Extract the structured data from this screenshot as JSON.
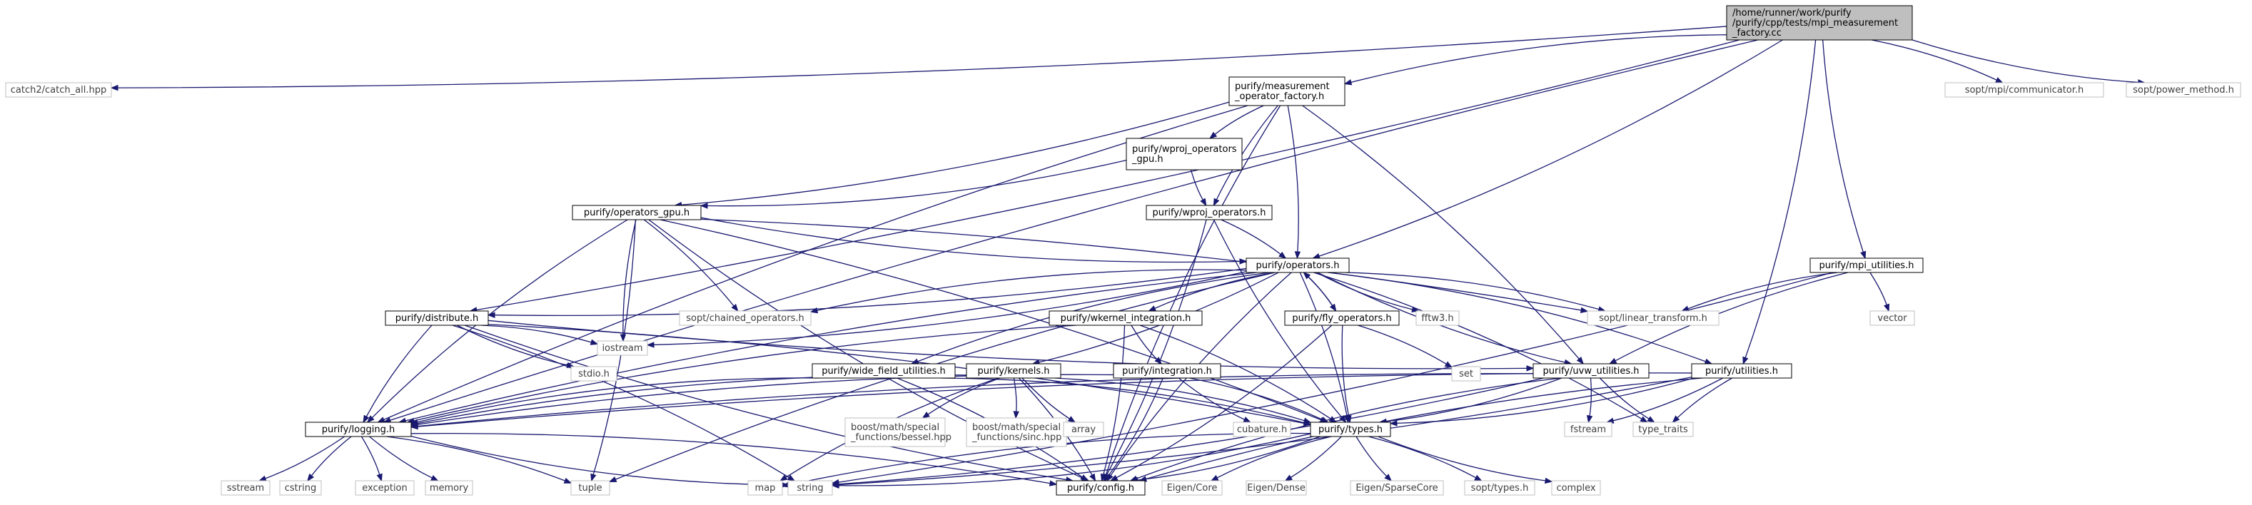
{
  "colors": {
    "edge": "#191970",
    "root_fill": "#bfbfbf",
    "project_border": "#000000",
    "external_border": "#bfbfbf",
    "external_text": "#404040"
  },
  "nodes": [
    {
      "id": "root",
      "kind": "root",
      "lines": [
        "/home/runner/work/purify",
        "/purify/cpp/tests/mpi_measurement",
        "_factory.cc"
      ]
    },
    {
      "id": "catch",
      "kind": "external",
      "lines": [
        "catch2/catch_all.hpp"
      ]
    },
    {
      "id": "mof",
      "kind": "project",
      "lines": [
        "purify/measurement",
        "_operator_factory.h"
      ]
    },
    {
      "id": "comm",
      "kind": "external",
      "lines": [
        "sopt/mpi/communicator.h"
      ]
    },
    {
      "id": "powm",
      "kind": "external",
      "lines": [
        "sopt/power_method.h"
      ]
    },
    {
      "id": "wpgpu",
      "kind": "project",
      "lines": [
        "purify/wproj_operators",
        "_gpu.h"
      ]
    },
    {
      "id": "opgpu",
      "kind": "project",
      "lines": [
        "purify/operators_gpu.h"
      ]
    },
    {
      "id": "wpop",
      "kind": "project",
      "lines": [
        "purify/wproj_operators.h"
      ]
    },
    {
      "id": "ops",
      "kind": "project",
      "lines": [
        "purify/operators.h"
      ]
    },
    {
      "id": "mpiu",
      "kind": "project",
      "lines": [
        "purify/mpi_utilities.h"
      ]
    },
    {
      "id": "dist",
      "kind": "project",
      "lines": [
        "purify/distribute.h"
      ]
    },
    {
      "id": "chained",
      "kind": "external",
      "lines": [
        "sopt/chained_operators.h"
      ]
    },
    {
      "id": "wkint",
      "kind": "project",
      "lines": [
        "purify/wkernel_integration.h"
      ]
    },
    {
      "id": "flyops",
      "kind": "project",
      "lines": [
        "purify/fly_operators.h"
      ]
    },
    {
      "id": "fftw",
      "kind": "external",
      "lines": [
        "fftw3.h"
      ]
    },
    {
      "id": "lintr",
      "kind": "external",
      "lines": [
        "sopt/linear_transform.h"
      ]
    },
    {
      "id": "vector",
      "kind": "external",
      "lines": [
        "vector"
      ]
    },
    {
      "id": "stdio",
      "kind": "external",
      "lines": [
        "stdio.h"
      ]
    },
    {
      "id": "iostream",
      "kind": "external",
      "lines": [
        "iostream"
      ]
    },
    {
      "id": "wfu",
      "kind": "project",
      "lines": [
        "purify/wide_field_utilities.h"
      ]
    },
    {
      "id": "kernels",
      "kind": "project",
      "lines": [
        "purify/kernels.h"
      ]
    },
    {
      "id": "integ",
      "kind": "project",
      "lines": [
        "purify/integration.h"
      ]
    },
    {
      "id": "set",
      "kind": "external",
      "lines": [
        "set"
      ]
    },
    {
      "id": "uvw",
      "kind": "project",
      "lines": [
        "purify/uvw_utilities.h"
      ]
    },
    {
      "id": "util",
      "kind": "project",
      "lines": [
        "purify/utilities.h"
      ]
    },
    {
      "id": "logging",
      "kind": "project",
      "lines": [
        "purify/logging.h"
      ]
    },
    {
      "id": "bessel",
      "kind": "external",
      "lines": [
        "boost/math/special",
        "_functions/bessel.hpp"
      ]
    },
    {
      "id": "sinc",
      "kind": "external",
      "lines": [
        "boost/math/special",
        "_functions/sinc.hpp"
      ]
    },
    {
      "id": "array",
      "kind": "external",
      "lines": [
        "array"
      ]
    },
    {
      "id": "cubature",
      "kind": "external",
      "lines": [
        "cubature.h"
      ]
    },
    {
      "id": "types",
      "kind": "project",
      "lines": [
        "purify/types.h"
      ]
    },
    {
      "id": "fstream",
      "kind": "external",
      "lines": [
        "fstream"
      ]
    },
    {
      "id": "typetraits",
      "kind": "external",
      "lines": [
        "type_traits"
      ]
    },
    {
      "id": "sstream",
      "kind": "external",
      "lines": [
        "sstream"
      ]
    },
    {
      "id": "cstring",
      "kind": "external",
      "lines": [
        "cstring"
      ]
    },
    {
      "id": "exception",
      "kind": "external",
      "lines": [
        "exception"
      ]
    },
    {
      "id": "memory",
      "kind": "external",
      "lines": [
        "memory"
      ]
    },
    {
      "id": "tuple",
      "kind": "external",
      "lines": [
        "tuple"
      ]
    },
    {
      "id": "map",
      "kind": "external",
      "lines": [
        "map"
      ]
    },
    {
      "id": "string",
      "kind": "external",
      "lines": [
        "string"
      ]
    },
    {
      "id": "config",
      "kind": "project",
      "lines": [
        "purify/config.h"
      ]
    },
    {
      "id": "eigcore",
      "kind": "external",
      "lines": [
        "Eigen/Core"
      ]
    },
    {
      "id": "eigdense",
      "kind": "external",
      "lines": [
        "Eigen/Dense"
      ]
    },
    {
      "id": "eigsparse",
      "kind": "external",
      "lines": [
        "Eigen/SparseCore"
      ]
    },
    {
      "id": "sopttypes",
      "kind": "external",
      "lines": [
        "sopt/types.h"
      ]
    },
    {
      "id": "complex",
      "kind": "external",
      "lines": [
        "complex"
      ]
    }
  ],
  "edges": [
    [
      "root",
      "catch"
    ],
    [
      "root",
      "mof"
    ],
    [
      "root",
      "comm"
    ],
    [
      "root",
      "powm"
    ],
    [
      "root",
      "ops"
    ],
    [
      "root",
      "mpiu"
    ],
    [
      "root",
      "dist"
    ],
    [
      "root",
      "logging"
    ],
    [
      "root",
      "util"
    ],
    [
      "mof",
      "wpgpu"
    ],
    [
      "mof",
      "opgpu"
    ],
    [
      "mof",
      "wpop"
    ],
    [
      "mof",
      "ops"
    ],
    [
      "mof",
      "logging"
    ],
    [
      "mof",
      "uvw"
    ],
    [
      "mof",
      "config"
    ],
    [
      "wpgpu",
      "opgpu"
    ],
    [
      "wpgpu",
      "wpop"
    ],
    [
      "wpop",
      "ops"
    ],
    [
      "wpop",
      "types"
    ],
    [
      "wpop",
      "config"
    ],
    [
      "opgpu",
      "ops"
    ],
    [
      "opgpu",
      "chained"
    ],
    [
      "opgpu",
      "iostream"
    ],
    [
      "opgpu",
      "lintr"
    ],
    [
      "opgpu",
      "logging"
    ],
    [
      "opgpu",
      "types"
    ],
    [
      "opgpu",
      "config"
    ],
    [
      "opgpu",
      "tuple"
    ],
    [
      "ops",
      "chained"
    ],
    [
      "ops",
      "iostream"
    ],
    [
      "ops",
      "wkint"
    ],
    [
      "ops",
      "flyops"
    ],
    [
      "ops",
      "fftw"
    ],
    [
      "ops",
      "lintr"
    ],
    [
      "ops",
      "wfu"
    ],
    [
      "ops",
      "kernels"
    ],
    [
      "ops",
      "uvw"
    ],
    [
      "ops",
      "util"
    ],
    [
      "ops",
      "logging"
    ],
    [
      "ops",
      "types"
    ],
    [
      "ops",
      "config"
    ],
    [
      "ops",
      "typetraits"
    ],
    [
      "ops",
      "tuple"
    ],
    [
      "ops",
      "dist"
    ],
    [
      "flyops",
      "ops"
    ],
    [
      "flyops",
      "set"
    ],
    [
      "flyops",
      "types"
    ],
    [
      "flyops",
      "config"
    ],
    [
      "wkint",
      "integ"
    ],
    [
      "wkint",
      "types"
    ],
    [
      "wkint",
      "logging"
    ],
    [
      "wkint",
      "config"
    ],
    [
      "integ",
      "cubature"
    ],
    [
      "integ",
      "types"
    ],
    [
      "integ",
      "logging"
    ],
    [
      "integ",
      "config"
    ],
    [
      "kernels",
      "bessel"
    ],
    [
      "kernels",
      "sinc"
    ],
    [
      "kernels",
      "array"
    ],
    [
      "kernels",
      "types"
    ],
    [
      "kernels",
      "logging"
    ],
    [
      "kernels",
      "config"
    ],
    [
      "kernels",
      "map"
    ],
    [
      "wfu",
      "types"
    ],
    [
      "wfu",
      "logging"
    ],
    [
      "wfu",
      "config"
    ],
    [
      "mpiu",
      "lintr"
    ],
    [
      "mpiu",
      "vector"
    ],
    [
      "mpiu",
      "uvw"
    ],
    [
      "mpiu",
      "string"
    ],
    [
      "dist",
      "stdio"
    ],
    [
      "dist",
      "iostream"
    ],
    [
      "dist",
      "logging"
    ],
    [
      "dist",
      "types"
    ],
    [
      "dist",
      "uvw"
    ],
    [
      "dist",
      "string"
    ],
    [
      "dist",
      "config"
    ],
    [
      "uvw",
      "fstream"
    ],
    [
      "uvw",
      "typetraits"
    ],
    [
      "uvw",
      "types"
    ],
    [
      "uvw",
      "logging"
    ],
    [
      "uvw",
      "string"
    ],
    [
      "uvw",
      "config"
    ],
    [
      "util",
      "fstream"
    ],
    [
      "util",
      "typetraits"
    ],
    [
      "util",
      "types"
    ],
    [
      "util",
      "logging"
    ],
    [
      "util",
      "string"
    ],
    [
      "util",
      "config"
    ],
    [
      "logging",
      "sstream"
    ],
    [
      "logging",
      "cstring"
    ],
    [
      "logging",
      "exception"
    ],
    [
      "logging",
      "memory"
    ],
    [
      "logging",
      "tuple"
    ],
    [
      "logging",
      "string"
    ],
    [
      "logging",
      "config"
    ],
    [
      "types",
      "eigcore"
    ],
    [
      "types",
      "eigdense"
    ],
    [
      "types",
      "eigsparse"
    ],
    [
      "types",
      "sopttypes"
    ],
    [
      "types",
      "complex"
    ],
    [
      "types",
      "config"
    ],
    [
      "types",
      "map"
    ],
    [
      "types",
      "string"
    ]
  ]
}
